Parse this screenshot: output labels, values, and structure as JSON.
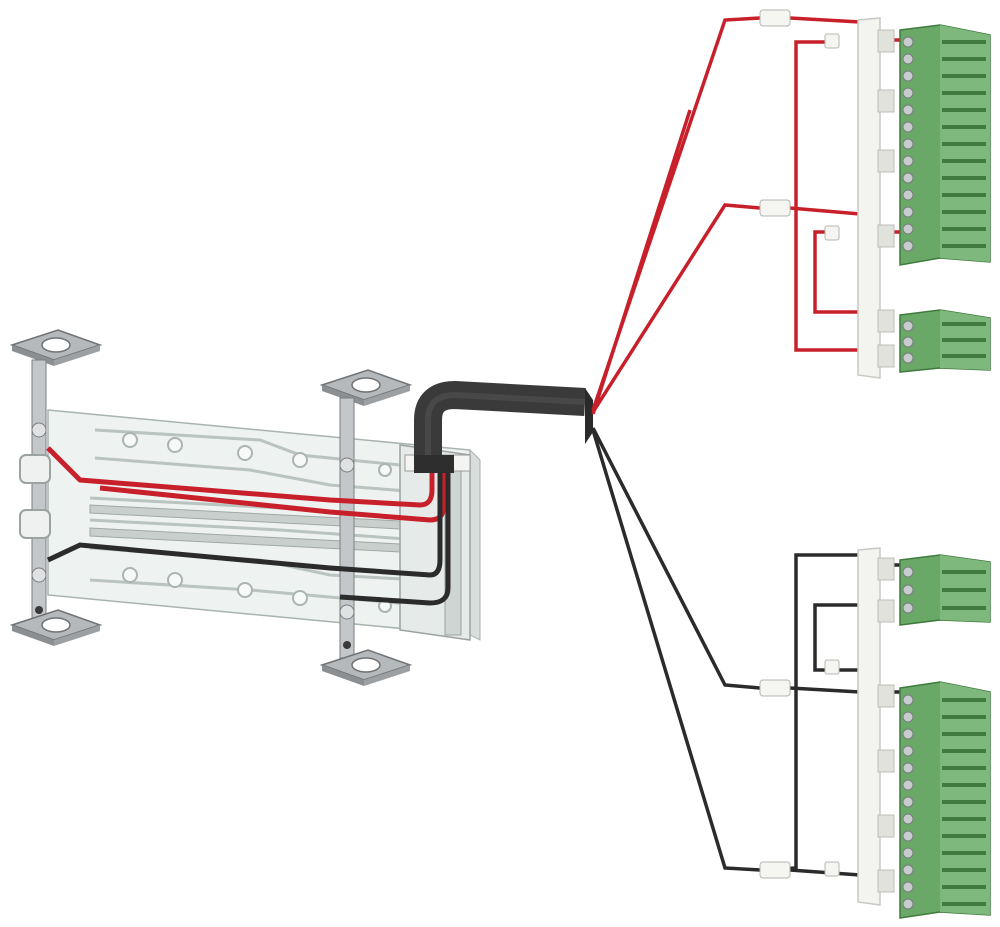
{
  "colors": {
    "background": "#ffffff",
    "wire_red": "#c8202a",
    "wire_black": "#2b2b2b",
    "cable_sheath": "#3a3a3a",
    "terminal_green": "#6aa867",
    "terminal_green_dark": "#3f7a3e",
    "terminal_green_light": "#8cc489",
    "connector_white": "#f3f3f0",
    "bracket_metal": "#b9bbbd",
    "bracket_dark": "#6f7274",
    "board_clear": "#e9eeec",
    "board_edge": "#b9c2bf"
  },
  "components": {
    "left_assembly": "busbar-board-with-brackets",
    "cable": "multi-core-cable",
    "red_connectors": [
      "terminal-block-upper-large",
      "terminal-block-upper-small"
    ],
    "black_connectors": [
      "terminal-block-lower-small",
      "terminal-block-lower-large"
    ]
  },
  "icons": {
    "bracket": "mounting-bracket-icon",
    "terminal": "terminal-block-icon",
    "clip": "wire-clip-icon"
  }
}
